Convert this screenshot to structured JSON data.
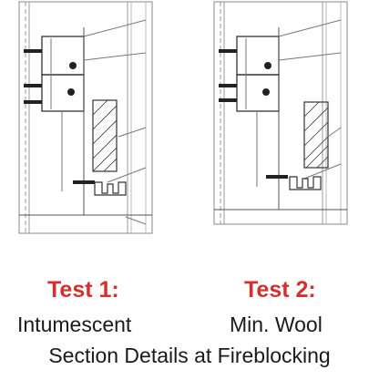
{
  "tests": [
    {
      "number_label": "Test 1:",
      "description": "Intumescent"
    },
    {
      "number_label": "Test 2:",
      "description": "Min. Wool"
    }
  ],
  "caption": "Section Details at Fireblocking",
  "colors": {
    "accent": "#d32f2f",
    "text": "#1a1a1a",
    "line": "#333333"
  }
}
